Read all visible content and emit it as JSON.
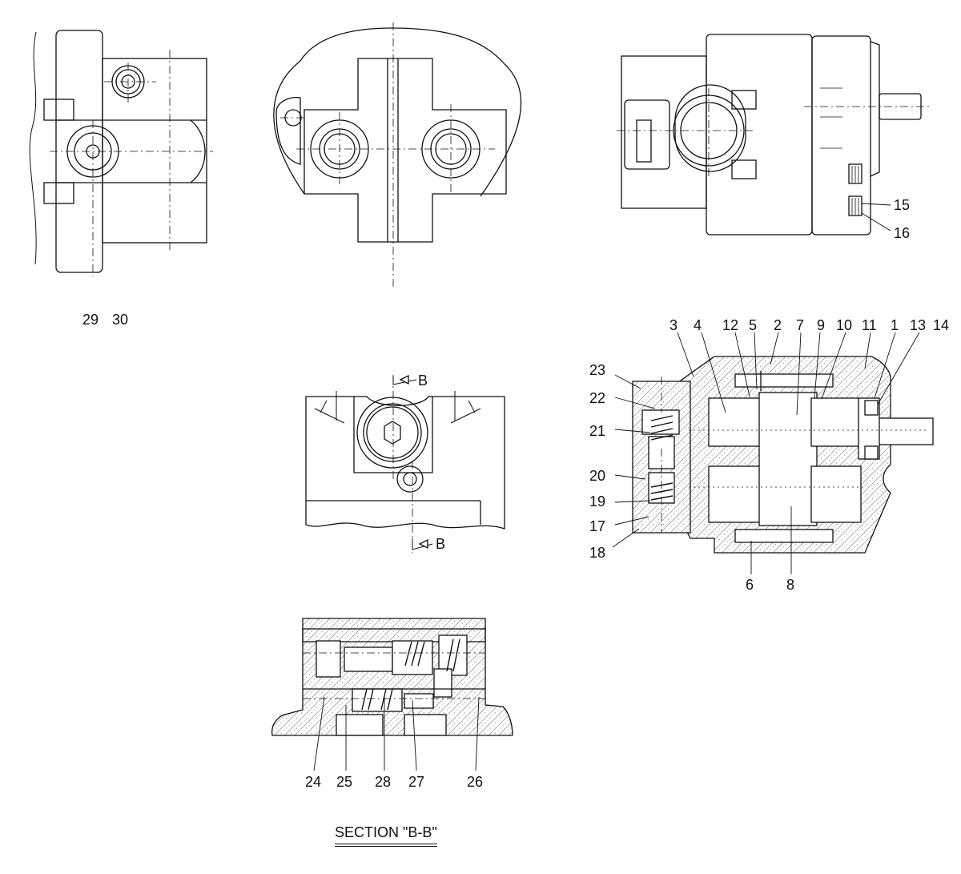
{
  "drawing": {
    "section_title": "SECTION \"B-B\"",
    "section_marker": "B",
    "part_labels": [
      "1",
      "2",
      "3",
      "4",
      "5",
      "6",
      "7",
      "8",
      "9",
      "10",
      "11",
      "12",
      "13",
      "14",
      "15",
      "16",
      "17",
      "18",
      "19",
      "20",
      "21",
      "22",
      "23",
      "24",
      "25",
      "26",
      "27",
      "28",
      "29",
      "30"
    ]
  },
  "colors": {
    "line": "#111111",
    "hatch": "#444444",
    "paper": "#ffffff"
  }
}
